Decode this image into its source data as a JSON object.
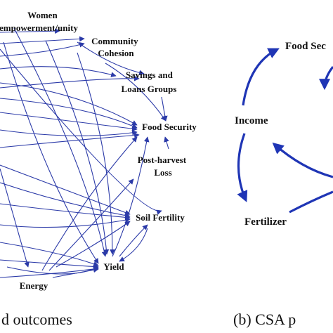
{
  "left_panel": {
    "nodes": {
      "women": [
        "Women",
        "empowerment/unity"
      ],
      "community": [
        "Community",
        "Cohesion"
      ],
      "savings": [
        "Savings and",
        "Loans Groups"
      ],
      "food_security": [
        "Food Security"
      ],
      "post_harvest": [
        "Post-harvest",
        "Loss"
      ],
      "soil_fertility": [
        "Soil Fertility"
      ],
      "yield": [
        "Yield"
      ],
      "energy": [
        "Energy"
      ]
    },
    "caption": "d outcomes"
  },
  "right_panel": {
    "nodes": {
      "food_sec": [
        "Food Sec"
      ],
      "income": [
        "Income"
      ],
      "fertilizer": [
        "Fertilizer"
      ]
    },
    "caption": "(b)  CSA p"
  },
  "colors": {
    "edge": "#2b3aa8",
    "text": "#111111"
  }
}
